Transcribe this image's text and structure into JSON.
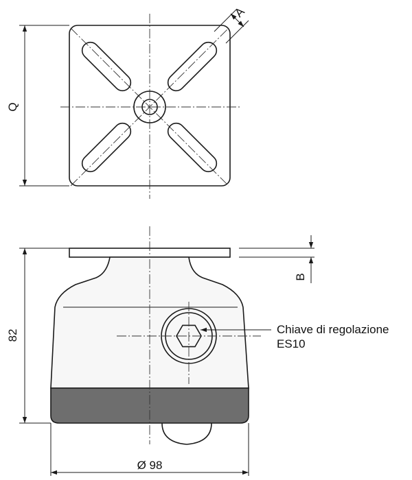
{
  "labels": {
    "dim_q": "Q",
    "dim_a": "A",
    "dim_b": "B",
    "dim_height": "82",
    "dim_diameter": "Ø 98",
    "note_line1": "Chiave di regolazione",
    "note_line2": "ES10"
  },
  "colors": {
    "line": "#1a1a1a",
    "pad": "#6e6e6e",
    "body": "#f7f7f7"
  }
}
